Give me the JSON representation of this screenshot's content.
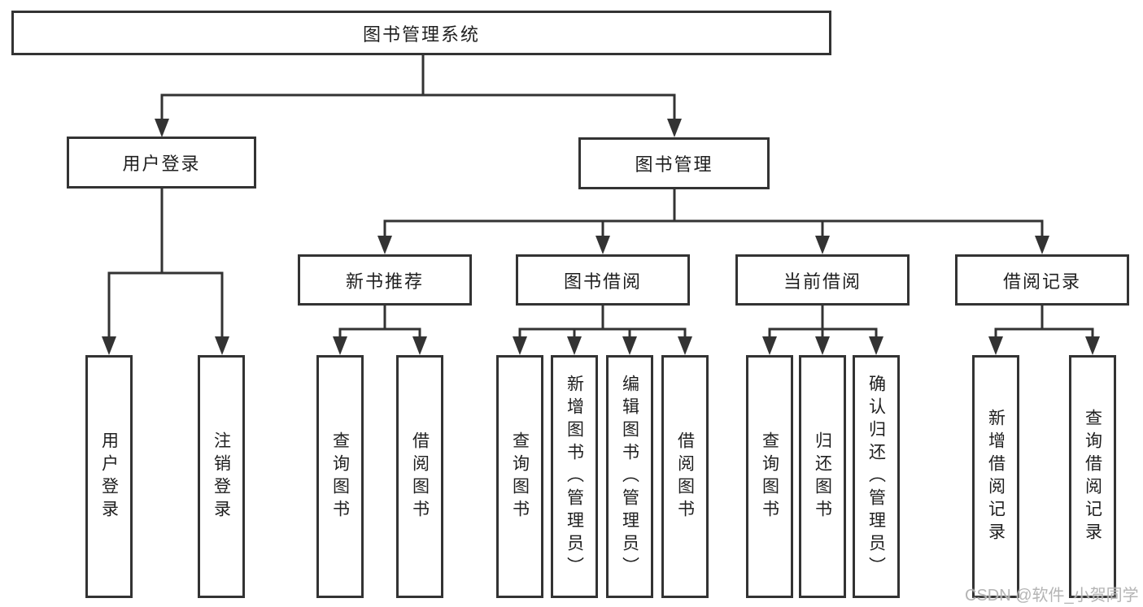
{
  "diagram_title": "图书管理系统",
  "nodes": {
    "root": "图书管理系统",
    "user_login": "用户登录",
    "book_mgmt": "图书管理",
    "new_book_rec": "新书推荐",
    "book_borrow": "图书借阅",
    "current_borrow": "当前借阅",
    "borrow_record": "借阅记录"
  },
  "leaves": [
    "用户登录",
    "注销登录",
    "查询图书",
    "借阅图书",
    "查询图书",
    "新增图书（管理员）",
    "编辑图书（管理员）",
    "借阅图书",
    "查询图书",
    "归还图书",
    "确认归还（管理员）",
    "新增借阅记录",
    "查询借阅记录"
  ],
  "watermark": "CSDN @软件_小贺同学",
  "colors": {
    "line": "#333333",
    "border": "#333333",
    "text": "#1f1f1f",
    "watermark": "#b0b0b0",
    "background": "#ffffff"
  }
}
